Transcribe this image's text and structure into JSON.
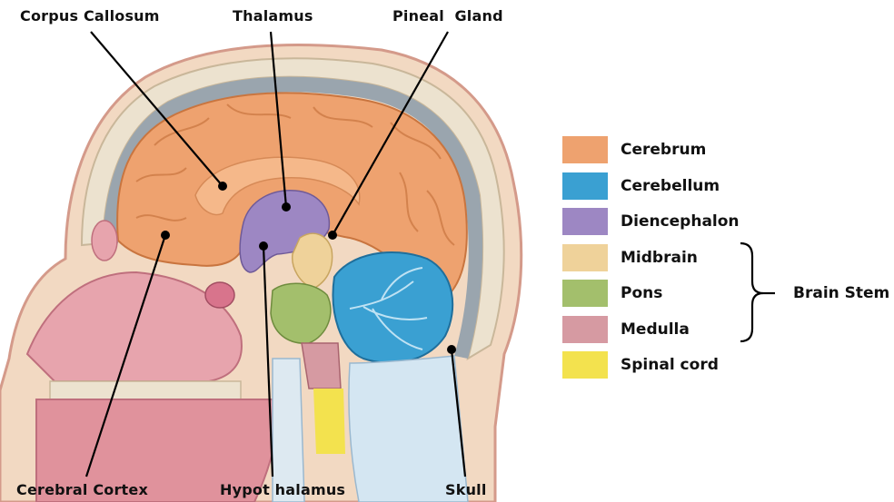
{
  "callouts": {
    "corpus_callosum": "Corpus Callosum",
    "thalamus": "Thalamus",
    "pineal_gland": "Pineal  Gland",
    "cerebral_cortex": "Cerebral Cortex",
    "hypothalamus": "Hypot halamus",
    "skull": "Skull"
  },
  "legend": {
    "items": [
      {
        "label": "Cerebrum",
        "color": "#eea26f"
      },
      {
        "label": "Cerebellum",
        "color": "#3aa0d2"
      },
      {
        "label": "Diencephalon",
        "color": "#9d87c3"
      },
      {
        "label": "Midbrain",
        "color": "#efd29a"
      },
      {
        "label": "Pons",
        "color": "#a3bf6c"
      },
      {
        "label": "Medulla",
        "color": "#d69aa2"
      },
      {
        "label": "Spinal cord",
        "color": "#f3e24e"
      }
    ],
    "group_label": "Brain Stem"
  }
}
